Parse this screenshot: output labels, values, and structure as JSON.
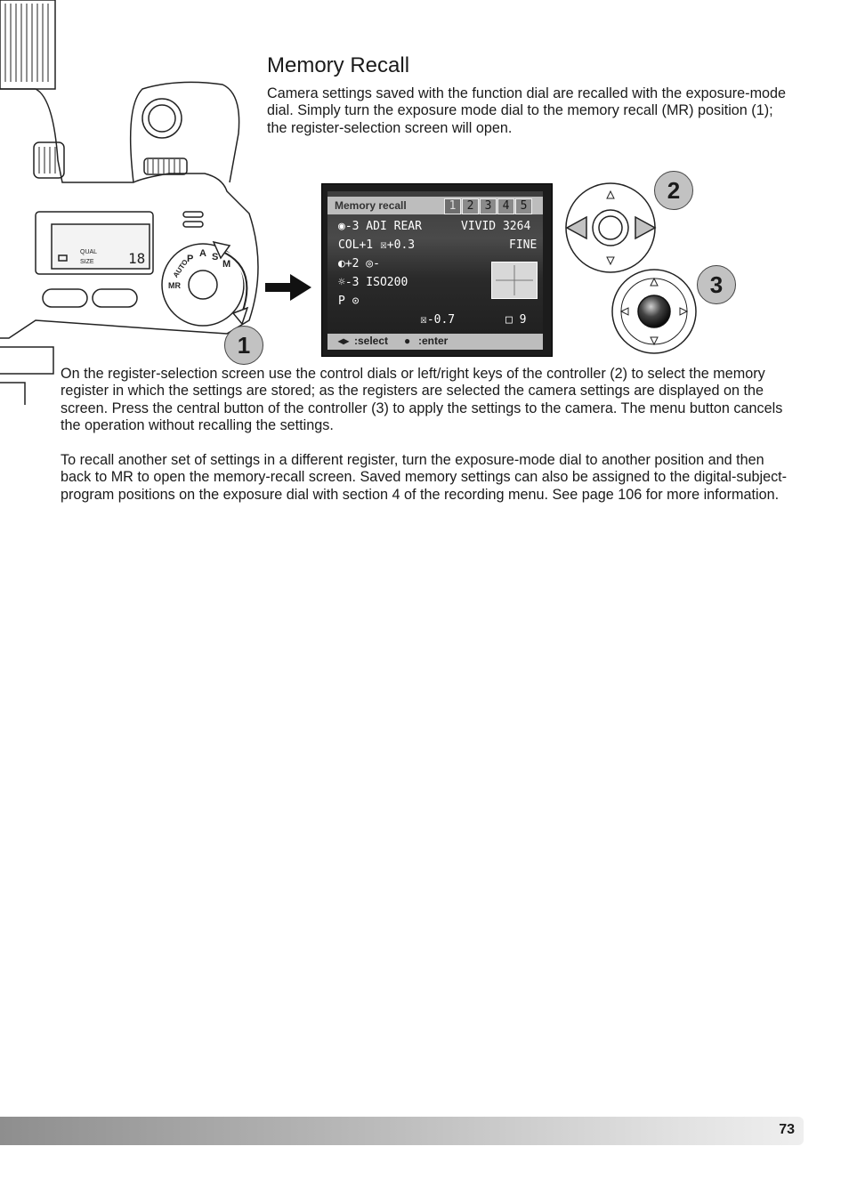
{
  "title": "Memory Recall",
  "intro": "Camera settings saved with the function dial are recalled with the exposure-mode dial. Simply turn the exposure mode dial to the memory recall (MR) position (1); the register-selection screen will open.",
  "paragraphs": [
    "On the register-selection screen use the control dials or left/right keys of the controller (2) to select the memory register in which the settings are stored; as the registers are selected the camera settings are displayed on the screen. Press the central button of the controller (3) to apply the settings to the camera. The menu button cancels the operation without recalling the settings.",
    "To recall another set of settings in a different register, turn the exposure-mode dial to another position and then back to MR to open the memory-recall screen. Saved memory settings can also be assigned to the digital-subject-program positions on the exposure dial with section 4 of the recording menu. See page 106 for more information."
  ],
  "callouts": {
    "one": "1",
    "two": "2",
    "three": "3"
  },
  "camera": {
    "dial_labels": [
      "AUTO",
      "P",
      "A",
      "S",
      "M",
      "MR"
    ],
    "top_lcd": {
      "qual": "QUAL",
      "size": "SIZE",
      "count": "18"
    }
  },
  "lcd": {
    "title": "Memory recall",
    "registers": [
      "1",
      "2",
      "3",
      "4",
      "5"
    ],
    "rows": {
      "r1": "◉-3  ADI   REAR",
      "r1_right": "VIVID  3264",
      "r2": "COL+1  ☒+0.3",
      "r2_right": "FINE",
      "r3": "◐+2  ◎-",
      "r4": "☼-3  ISO200",
      "r5": "P  ⊙",
      "r6_left": "☒-0.7",
      "r6_right": "□ 9"
    },
    "footer": {
      "select": ":select",
      "enter": ":enter"
    }
  },
  "page_number": "73",
  "colors": {
    "footer_bar_start": "#8e8e8e",
    "footer_bar_end": "#efefef",
    "callout_fill": "#c2c2c2"
  }
}
